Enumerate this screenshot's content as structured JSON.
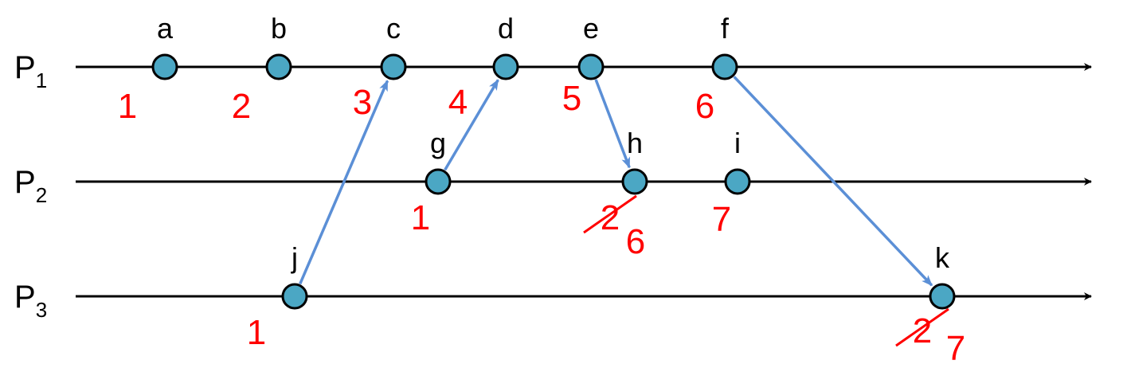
{
  "processes": [
    {
      "id": "P1",
      "name": "P",
      "sub": "1"
    },
    {
      "id": "P2",
      "name": "P",
      "sub": "2"
    },
    {
      "id": "P3",
      "name": "P",
      "sub": "3"
    }
  ],
  "events": [
    {
      "id": "a",
      "label": "a",
      "process": "P1",
      "clock": "1"
    },
    {
      "id": "b",
      "label": "b",
      "process": "P1",
      "clock": "2"
    },
    {
      "id": "c",
      "label": "c",
      "process": "P1",
      "clock": "3"
    },
    {
      "id": "d",
      "label": "d",
      "process": "P1",
      "clock": "4"
    },
    {
      "id": "e",
      "label": "e",
      "process": "P1",
      "clock": "5"
    },
    {
      "id": "f",
      "label": "f",
      "process": "P1",
      "clock": "6"
    },
    {
      "id": "g",
      "label": "g",
      "process": "P2",
      "clock": "1"
    },
    {
      "id": "h",
      "label": "h",
      "process": "P2",
      "old_clock": "2",
      "clock": "6"
    },
    {
      "id": "i",
      "label": "i",
      "process": "P2",
      "clock": "7"
    },
    {
      "id": "j",
      "label": "j",
      "process": "P3",
      "clock": "1"
    },
    {
      "id": "k",
      "label": "k",
      "process": "P3",
      "old_clock": "2",
      "clock": "7"
    }
  ],
  "messages": [
    {
      "from": "j",
      "to": "c"
    },
    {
      "from": "g",
      "to": "d"
    },
    {
      "from": "e",
      "to": "h"
    },
    {
      "from": "f",
      "to": "k"
    }
  ],
  "colors": {
    "timeline": "#000000",
    "event_fill": "#4ba7c4",
    "message": "#5b8fd6",
    "clock": "#ff0000"
  }
}
